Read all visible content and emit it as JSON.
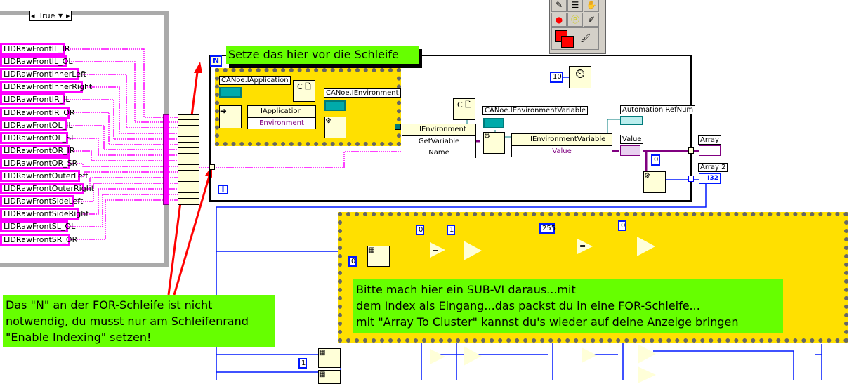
{
  "case_structure": {
    "selector_value": "True"
  },
  "indicators": [
    "LIDRawFrontIL_IR",
    "LIDRawFrontIL_OL",
    "LIDRawFrontInnerLeft",
    "LIDRawFrontInnerRight",
    "LIDRawFrontIR_IL",
    "LIDRawFrontIR_OR",
    "LIDRawFrontOL_IL",
    "LIDRawFrontOL_SL",
    "LIDRawFrontOR_IR",
    "LIDRawFrontOR_SR",
    "LIDRawFrontOuterLeft",
    "LIDRawFrontOuterRight",
    "LIDRawFrontSideLeft",
    "LIDRawFrontSideRight",
    "LIDRawFrontSL_OL",
    "LIDRawFrontSR_OR"
  ],
  "for_loop": {
    "count_terminal": "N",
    "iteration_terminal": "i"
  },
  "comments": {
    "top": "Setze das hier vor die Schleife",
    "left": [
      "Das \"N\" an der FOR-Schleife ist nicht",
      "notwendig, du musst nur am Schleifenrand",
      "\"Enable Indexing\" setzen!"
    ],
    "bottom": [
      "Bitte mach hier ein SUB-VI daraus...mit",
      "dem Index als Eingang...das packst du in eine FOR-Schleife...",
      "mit \"Array To Cluster\" kannst du's wieder auf deine Anzeige bringen"
    ]
  },
  "nodes": {
    "app_label": "CANoe.IApplication",
    "app_property_class": "IApplication",
    "app_property": "Environment",
    "env_label": "CANoe.IEnvironment",
    "env_invoke_class": "IEnvironment",
    "env_method": "GetVariable",
    "env_param": "Name",
    "envvar_label": "CANoe.IEnvironmentVariable",
    "envvar_property_class": "IEnvironmentVariable",
    "envvar_property": "Value",
    "refnum_label": "Automation RefNum",
    "value_label": "Value",
    "array_label": "Array",
    "array2_label": "Array 2",
    "array2_type": "I32",
    "wait_ms": "10",
    "variant_const": "0"
  },
  "lower_constants": [
    "0",
    "0",
    "1",
    "255",
    "0",
    "1"
  ],
  "colors": {
    "comment_green": "#66ff00",
    "frame_yellow": "#ffe000",
    "wire_pink": "#ff00ff",
    "wire_blue": "#0018ff",
    "refnum_teal": "#007b7b",
    "arrow_red": "#ff0000"
  }
}
